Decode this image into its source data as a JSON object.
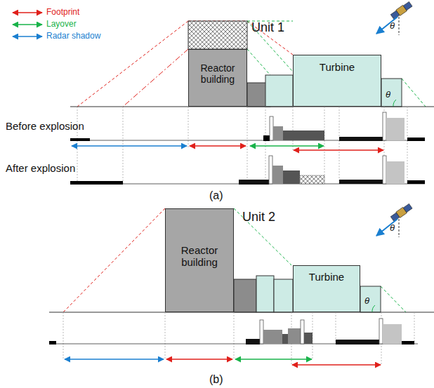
{
  "diagram": {
    "nodes": [
      {
        "text": [
          "Reactor building"
        ]
      },
      {
        "text": [
          "Turbine"
        ]
      },
      {
        "text": [
          "Reactor building"
        ]
      },
      {
        "text": [
          "Turbine"
        ]
      }
    ],
    "labels": [
      "θ",
      "Unit 1",
      "θ",
      "Before explosion",
      "After explosion",
      "(a)",
      "θ",
      "Unit 2",
      "θ",
      "(b)"
    ],
    "legend": [
      {
        "text": "Footprint"
      },
      {
        "text": "Layover"
      },
      {
        "text": "Radar shadow"
      }
    ]
  }
}
